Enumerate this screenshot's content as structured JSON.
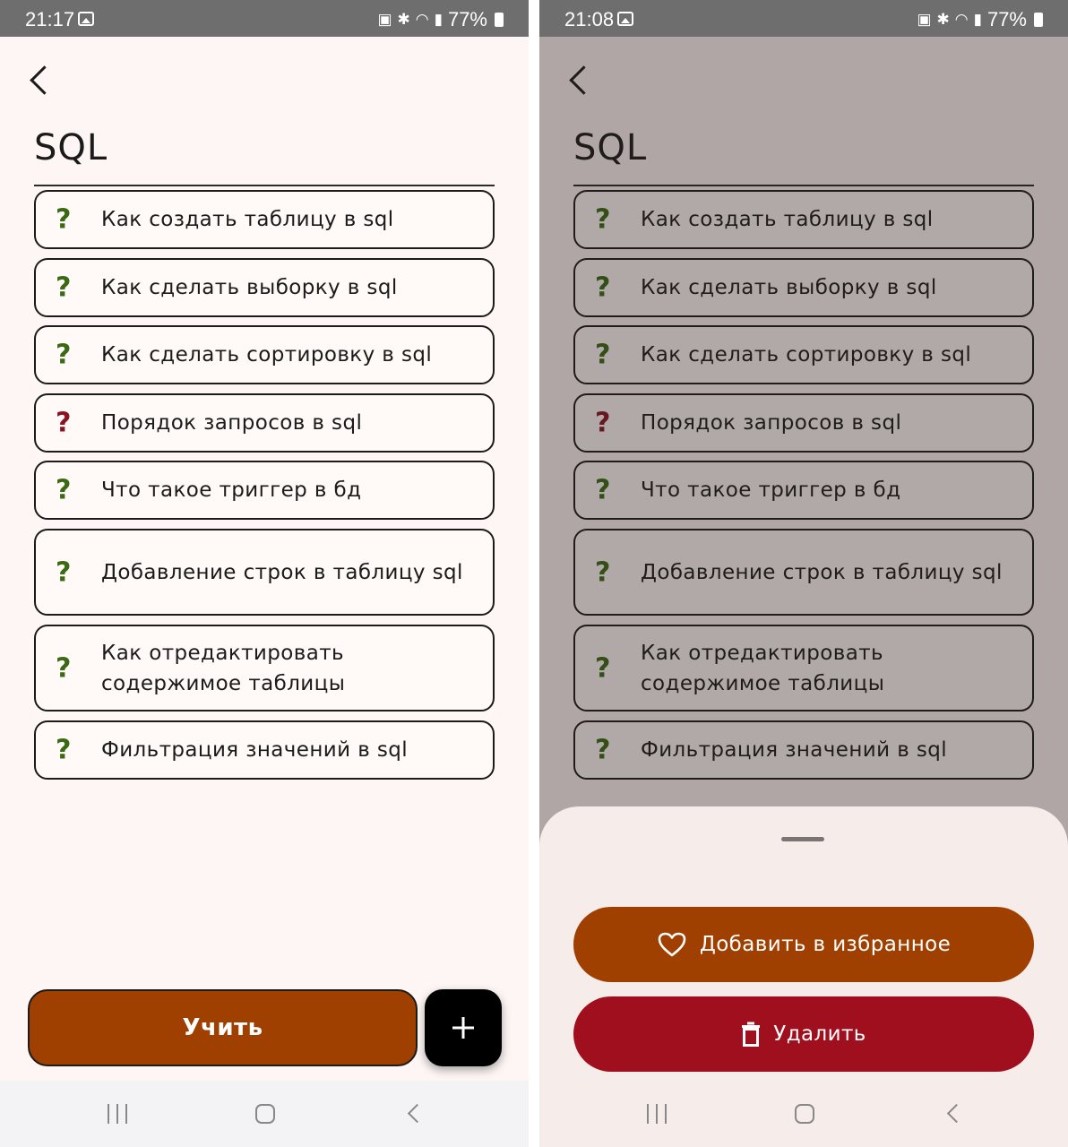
{
  "colors": {
    "background": "#fdf6f4",
    "primary": "#a04000",
    "danger": "#a00f1e",
    "mark_green": "#3a6a14",
    "mark_red": "#8a1420",
    "border": "#1b1b1b"
  },
  "left": {
    "status": {
      "time": "21:17",
      "battery": "77%"
    },
    "title": "SQL",
    "learn_label": "Учить",
    "fab_icon": "plus-icon"
  },
  "right": {
    "status": {
      "time": "21:08",
      "battery": "77%"
    },
    "title": "SQL",
    "sheet": {
      "favorite_label": "Добавить в избранное",
      "favorite_icon": "heart-icon",
      "delete_label": "Удалить",
      "delete_icon": "trash-icon"
    }
  },
  "questions": [
    {
      "text": "Как создать таблицу в sql",
      "mark": "?",
      "color": "#3a6a14"
    },
    {
      "text": "Как сделать выборку в sql",
      "mark": "?",
      "color": "#3a6a14"
    },
    {
      "text": "Как сделать сортировку в sql",
      "mark": "?",
      "color": "#3a6a14"
    },
    {
      "text": "Порядок запросов в sql",
      "mark": "?",
      "color": "#8a1420"
    },
    {
      "text": "Что такое триггер в бд",
      "mark": "?",
      "color": "#3a6a14"
    },
    {
      "text": "Добавление строк в таблицу sql",
      "mark": "?",
      "color": "#3a6a14"
    },
    {
      "text": "Как отредактировать содержимое таблицы",
      "mark": "?",
      "color": "#3a6a14"
    },
    {
      "text": "Фильтрация значений в sql",
      "mark": "?",
      "color": "#3a6a14"
    }
  ]
}
